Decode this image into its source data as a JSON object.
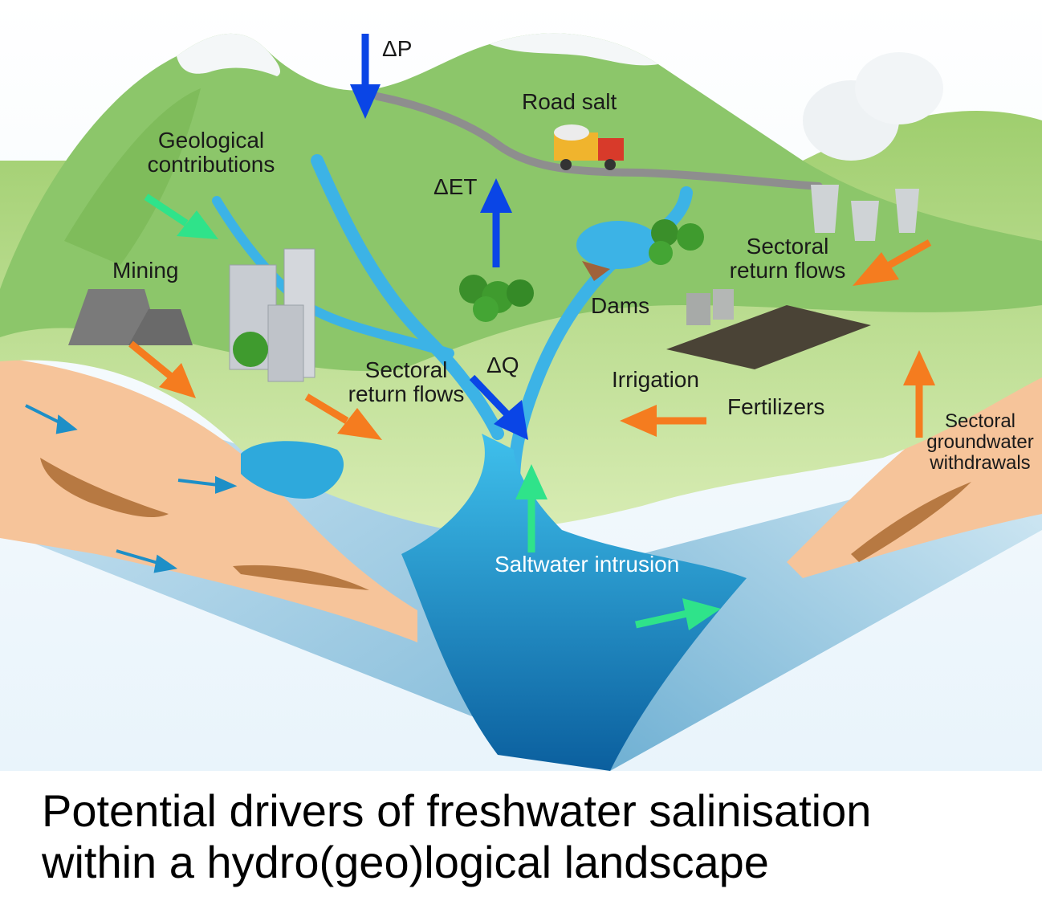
{
  "labels": {
    "delta_p": "ΔP",
    "road_salt": "Road salt",
    "geological": "Geological contributions",
    "geological_line1": "Geological",
    "geological_line2": "contributions",
    "delta_et": "ΔET",
    "mining": "Mining",
    "sectoral_return_right_line1": "Sectoral",
    "sectoral_return_right_line2": "return flows",
    "dams": "Dams",
    "sectoral_return_left_line1": "Sectoral",
    "sectoral_return_left_line2": "return flows",
    "delta_q": "ΔQ",
    "irrigation": "Irrigation",
    "fertilizers": "Fertilizers",
    "groundwater_line1": "Sectoral",
    "groundwater_line2": "groundwater",
    "groundwater_line3": "withdrawals",
    "saltwater_intrusion": "Saltwater intrusion"
  },
  "caption": {
    "line1": "Potential drivers of freshwater salinisation",
    "line2": "within a hydro(geo)logical landscape"
  },
  "colors": {
    "grass": "#a9d37a",
    "mountain": "#7fbf5e",
    "soil": "#f6c49a",
    "water": "#1fa7dc",
    "deep_water": "#0d6fae",
    "arrow_blue": "#0a45e6",
    "arrow_orange": "#f57c1f",
    "arrow_green": "#2fe38a"
  }
}
